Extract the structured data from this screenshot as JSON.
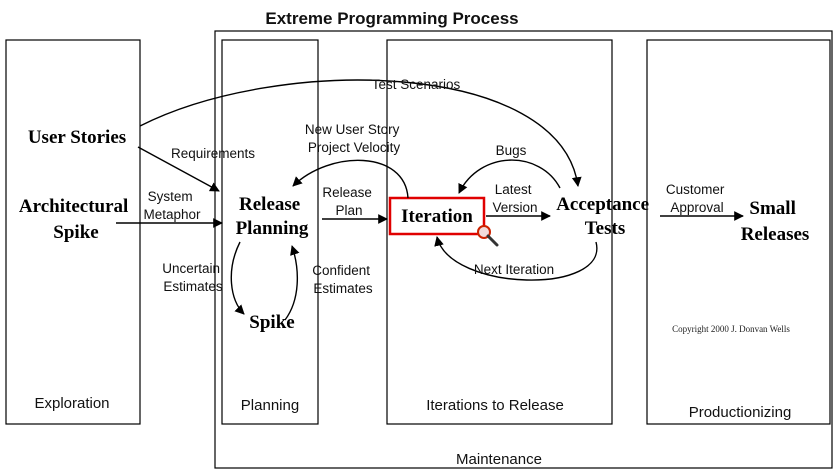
{
  "title": "Extreme Programming Process",
  "phases": {
    "exploration": "Exploration",
    "planning": "Planning",
    "iterations": "Iterations to Release",
    "productionizing": "Productionizing",
    "maintenance": "Maintenance"
  },
  "nodes": {
    "user_stories": "User Stories",
    "architectural_spike": [
      "Architectural",
      "Spike"
    ],
    "release_planning": [
      "Release",
      "Planning"
    ],
    "spike": "Spike",
    "iteration": "Iteration",
    "acceptance_tests": [
      "Acceptance",
      "Tests"
    ],
    "small_releases": [
      "Small",
      "Releases"
    ]
  },
  "edge_labels": {
    "test_scenarios": "Test Scenarios",
    "requirements": "Requirements",
    "system_metaphor": [
      "System",
      "Metaphor"
    ],
    "new_user_story": [
      "New User Story",
      "Project Velocity"
    ],
    "release_plan": [
      "Release",
      "Plan"
    ],
    "bugs": "Bugs",
    "latest_version": [
      "Latest",
      "Version"
    ],
    "customer_approval": [
      "Customer",
      "Approval"
    ],
    "next_iteration": "Next Iteration",
    "uncertain_estimates": [
      "Uncertain",
      "Estimates"
    ],
    "confident_estimates": [
      "Confident",
      "Estimates"
    ]
  },
  "copyright": "Copyright 2000 J. Donvan Wells",
  "colors": {
    "iteration_border": "#e00000",
    "magnifier": "#cc2200"
  },
  "icons": {
    "iteration_badge": "magnifier-icon"
  }
}
